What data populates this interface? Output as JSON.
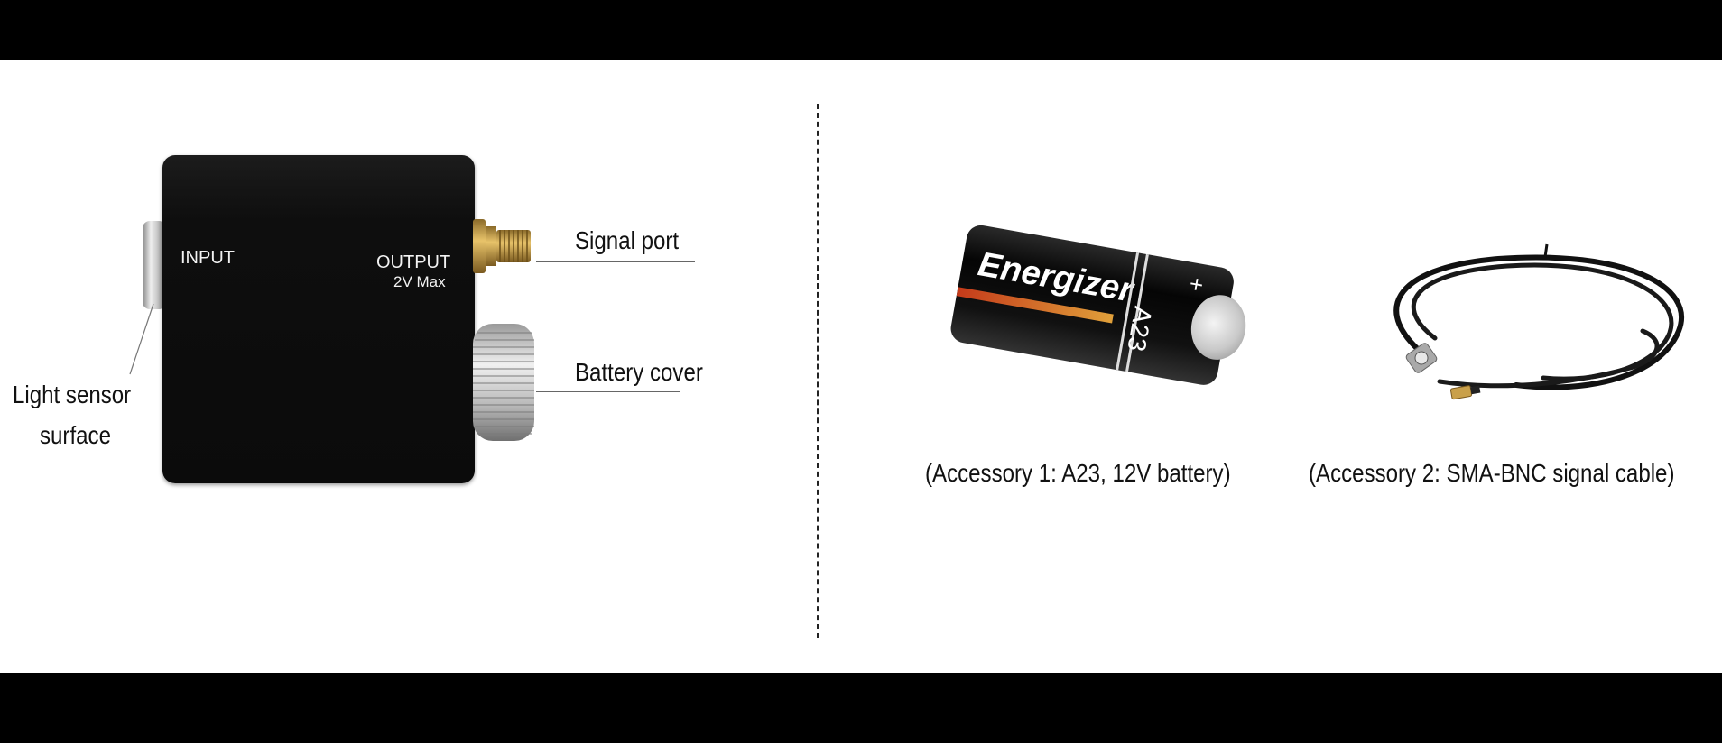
{
  "device": {
    "input_label": "INPUT",
    "output_label": "OUTPUT",
    "output_rating": "2V Max"
  },
  "callouts": {
    "signal_port": "Signal port",
    "battery_cover": "Battery cover",
    "light_sensor_line1": "Light sensor",
    "light_sensor_line2": "surface"
  },
  "battery": {
    "brand": "Energizer",
    "model": "A23",
    "plus_mark": "+"
  },
  "captions": {
    "accessory_1": "(Accessory 1: A23, 12V battery)",
    "accessory_2": "(Accessory 2: SMA-BNC signal cable)"
  },
  "colors": {
    "background": "#000000",
    "panel": "#ffffff",
    "device_body": "#111111",
    "connector_gold": "#c9a04a",
    "battery_cap": "#c9c9c9"
  }
}
